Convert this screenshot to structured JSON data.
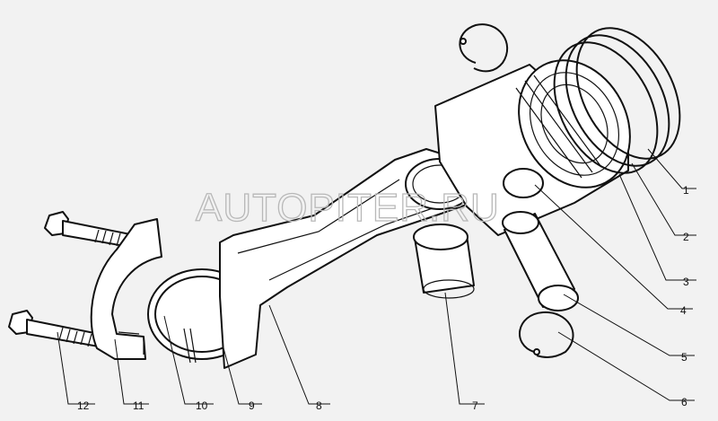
{
  "watermark": "AUTOPITER.RU",
  "callouts": [
    {
      "id": "1",
      "label": "1"
    },
    {
      "id": "2",
      "label": "2"
    },
    {
      "id": "3",
      "label": "3"
    },
    {
      "id": "4",
      "label": "4"
    },
    {
      "id": "5",
      "label": "5"
    },
    {
      "id": "6",
      "label": "6"
    },
    {
      "id": "7",
      "label": "7"
    },
    {
      "id": "8",
      "label": "8"
    },
    {
      "id": "9",
      "label": "9"
    },
    {
      "id": "10",
      "label": "10"
    },
    {
      "id": "11",
      "label": "11"
    },
    {
      "id": "12",
      "label": "12"
    }
  ]
}
